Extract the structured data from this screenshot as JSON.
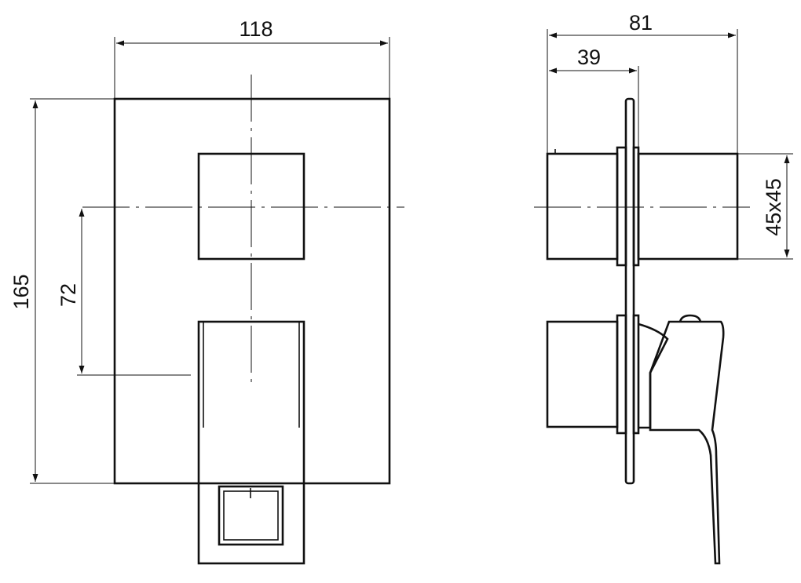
{
  "dimensions": {
    "front_width": "118",
    "front_height": "165",
    "axis_spacing": "72",
    "side_depth": "81",
    "side_partial_depth": "39",
    "knob_size": "45x45"
  }
}
